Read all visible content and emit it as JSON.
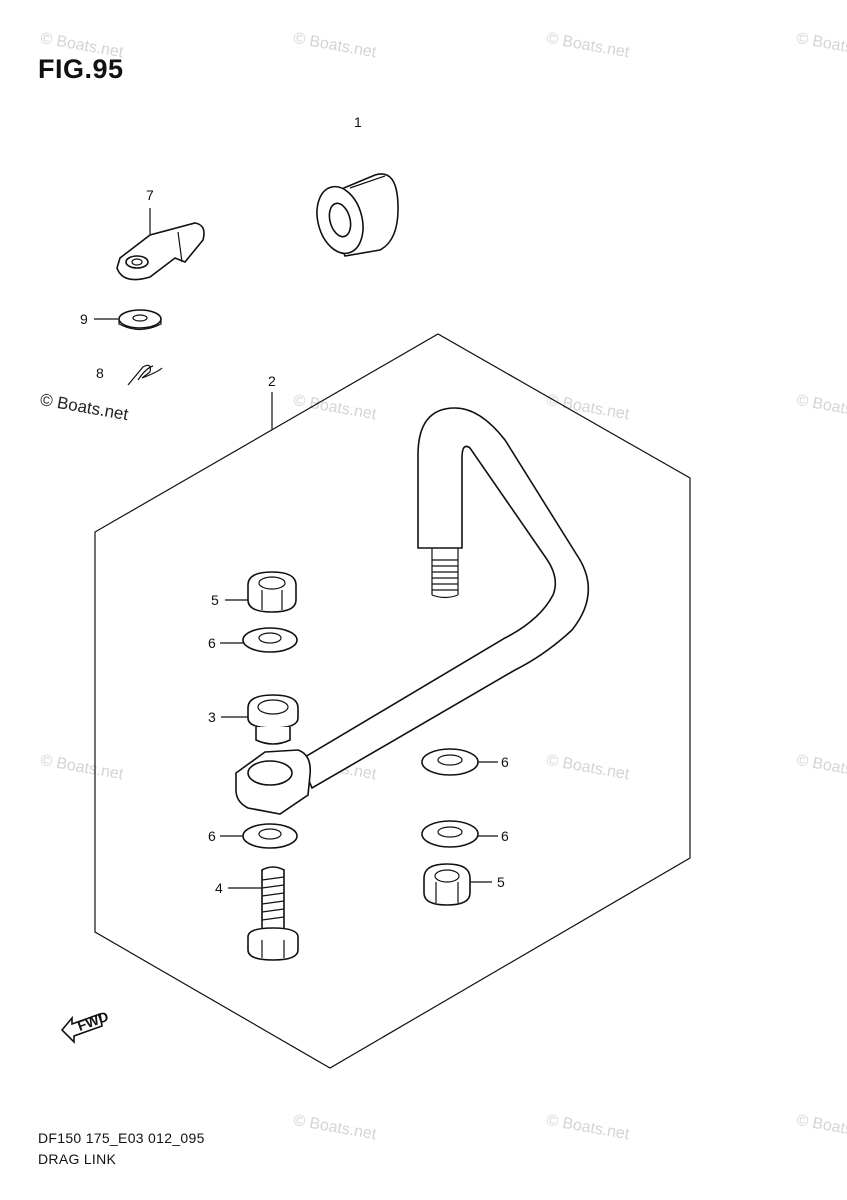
{
  "figure": {
    "title": "FIG.95",
    "code": "DF150 175_E03 012_095",
    "caption": "DRAG LINK",
    "fwd_label": "FWD"
  },
  "watermark": {
    "main": "© Boats.net",
    "repeat": "© Boats.net"
  },
  "callouts": [
    {
      "id": "c1",
      "text": "1"
    },
    {
      "id": "c2",
      "text": "2"
    },
    {
      "id": "c3",
      "text": "3"
    },
    {
      "id": "c4",
      "text": "4"
    },
    {
      "id": "c5a",
      "text": "5"
    },
    {
      "id": "c5b",
      "text": "5"
    },
    {
      "id": "c6a",
      "text": "6"
    },
    {
      "id": "c6b",
      "text": "6"
    },
    {
      "id": "c6c",
      "text": "6"
    },
    {
      "id": "c6d",
      "text": "6"
    },
    {
      "id": "c7",
      "text": "7"
    },
    {
      "id": "c8",
      "text": "8"
    },
    {
      "id": "c9",
      "text": "9"
    }
  ]
}
